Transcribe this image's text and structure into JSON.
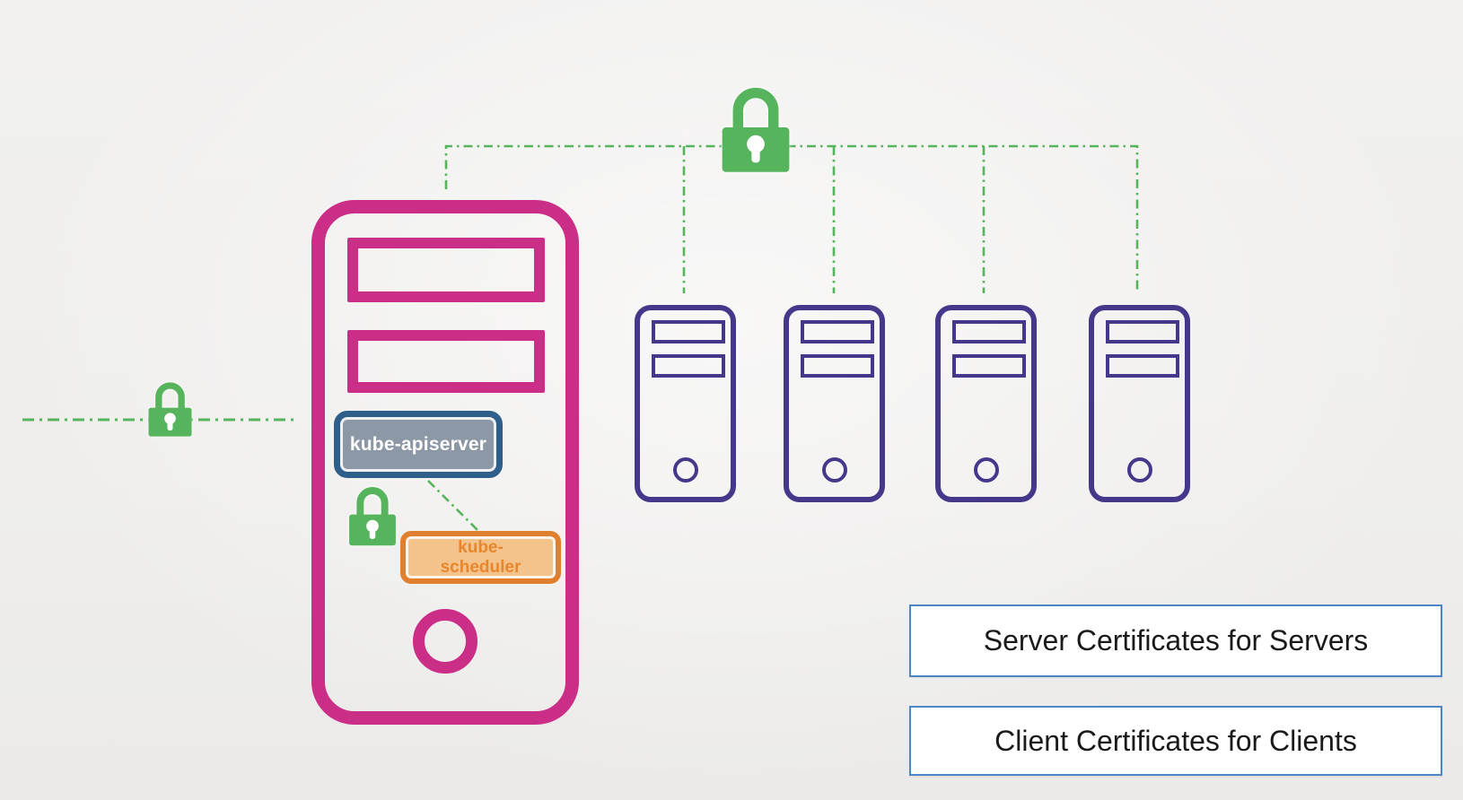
{
  "diagram": {
    "subject": "kubernetes-tls-certificates",
    "master_node": {
      "api_server_label": "kube-apiserver",
      "scheduler_label_line1": "kube-",
      "scheduler_label_line2": "scheduler"
    },
    "worker_nodes": {
      "count": 4
    },
    "locks": {
      "icon": "padlock-icon",
      "count": 3
    }
  },
  "annotations": {
    "server_certs_label": "Server Certificates for Servers",
    "client_certs_label": "Client Certificates for Clients"
  },
  "colors": {
    "master-pink": "#cb2e86",
    "worker-purple": "#45388b",
    "secure-green": "#56b45c",
    "apiserver-border": "#2e5f8a",
    "apiserver-fill": "#8c98a6",
    "apiserver-text": "#ffffff",
    "scheduler-border": "#e0802f",
    "scheduler-fill": "#f4c38b",
    "scheduler-text": "#e8862d",
    "legend-border": "#4e86c3",
    "legend-fill": "#ffffff",
    "legend-text": "#1a1a1a"
  }
}
